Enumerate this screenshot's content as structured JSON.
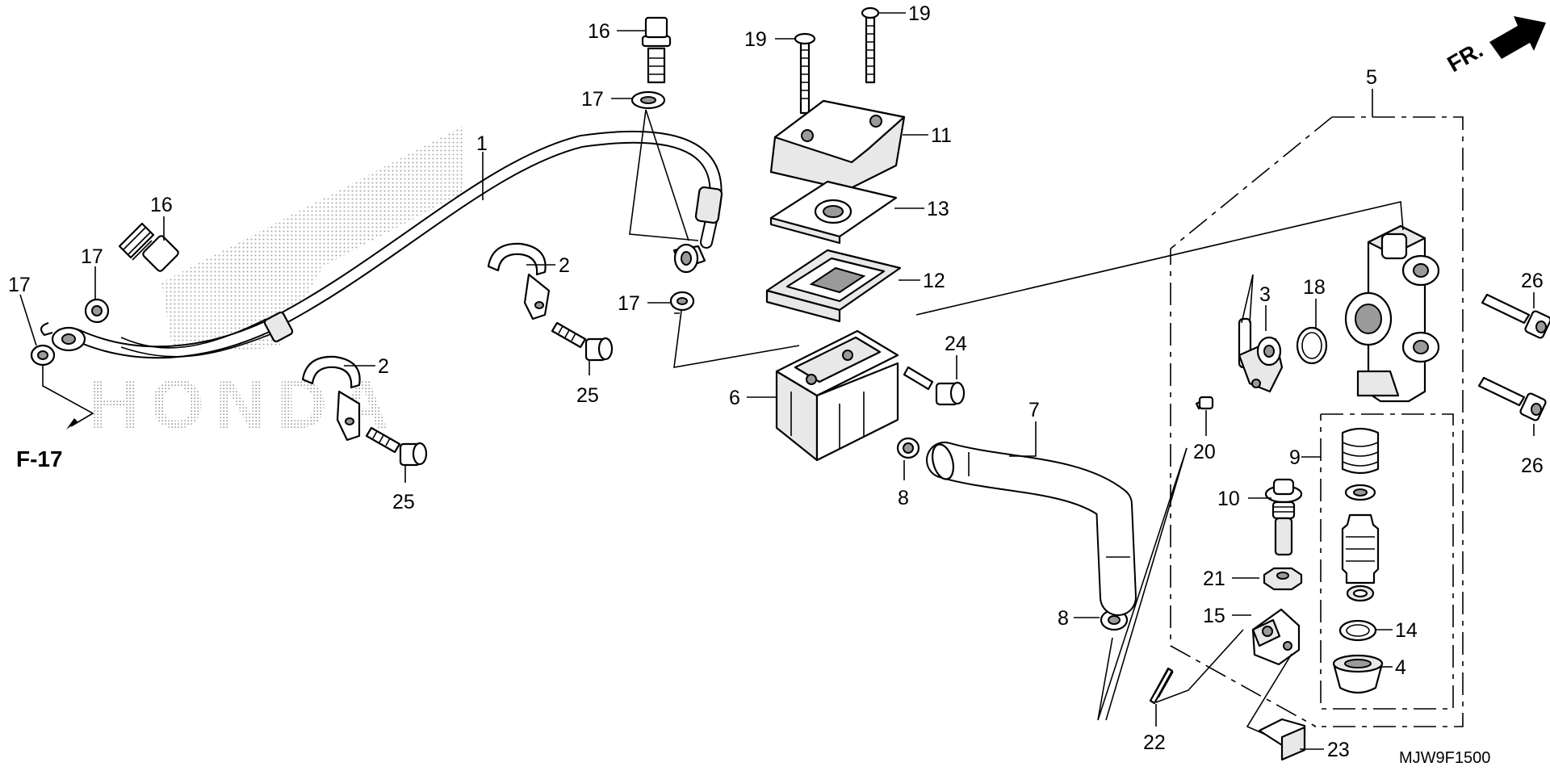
{
  "diagram": {
    "drawing_code": "MJW9F1500",
    "reference": "F-17",
    "front_marker": "FR.",
    "watermark": "HONDA",
    "callouts": {
      "c1": "1",
      "c2a": "2",
      "c2b": "2",
      "c3": "3",
      "c4": "4",
      "c5": "5",
      "c6": "6",
      "c7": "7",
      "c8a": "8",
      "c8b": "8",
      "c9": "9",
      "c10": "10",
      "c11": "11",
      "c12": "12",
      "c13": "13",
      "c14": "14",
      "c15": "15",
      "c16a": "16",
      "c16b": "16",
      "c17a": "17",
      "c17b": "17",
      "c17c": "17",
      "c17d": "17",
      "c18": "18",
      "c19a": "19",
      "c19b": "19",
      "c20": "20",
      "c21": "21",
      "c22": "22",
      "c23": "23",
      "c24": "24",
      "c25a": "25",
      "c25b": "25",
      "c26a": "26",
      "c26b": "26"
    }
  }
}
